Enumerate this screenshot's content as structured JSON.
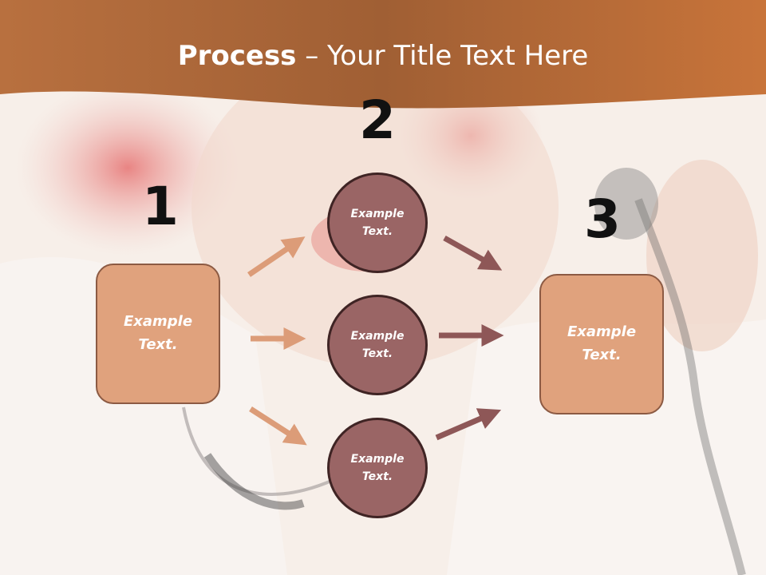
{
  "slide": {
    "title_bold": "Process",
    "title_rest": " – Your Title Text Here"
  },
  "steps": {
    "numbers": [
      "1",
      "2",
      "3"
    ]
  },
  "left_box": {
    "text_line1": "Example",
    "text_line2": "Text."
  },
  "circles": [
    {
      "text_line1": "Example",
      "text_line2": "Text."
    },
    {
      "text_line1": "Example",
      "text_line2": "Text."
    },
    {
      "text_line1": "Example",
      "text_line2": "Text."
    }
  ],
  "right_box": {
    "text_line1": "Example",
    "text_line2": "Text."
  },
  "colors": {
    "header": "#c47b48",
    "box_fill": "#e0a27d",
    "circle_fill": "#9a6565",
    "arrow_left": "#dc9c78",
    "arrow_right": "#8e5757"
  }
}
